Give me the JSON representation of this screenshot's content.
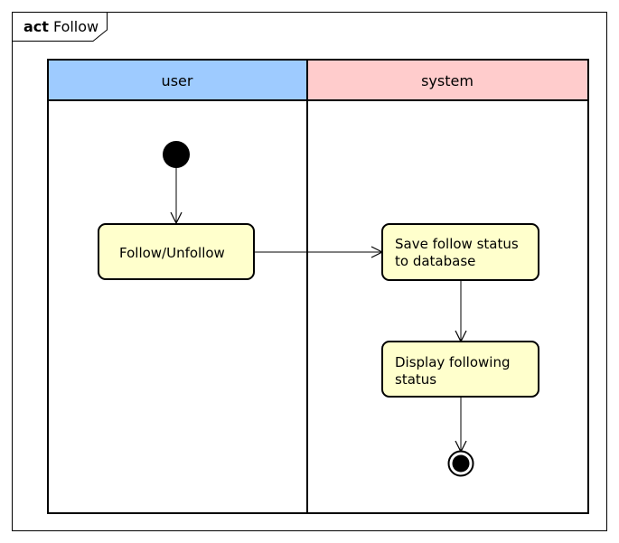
{
  "frame": {
    "keyword": "act",
    "name": "Follow"
  },
  "lanes": [
    {
      "label": "user",
      "color": "#9ecbff"
    },
    {
      "label": "system",
      "color": "#ffcccc"
    }
  ],
  "actions": [
    {
      "id": "follow",
      "lines": [
        "Follow/Unfollow"
      ]
    },
    {
      "id": "save",
      "lines": [
        "Save follow status",
        "to database"
      ]
    },
    {
      "id": "display",
      "lines": [
        "Display following",
        "status"
      ]
    }
  ],
  "colors": {
    "action_fill": "#ffffcc",
    "stroke": "#000000"
  }
}
